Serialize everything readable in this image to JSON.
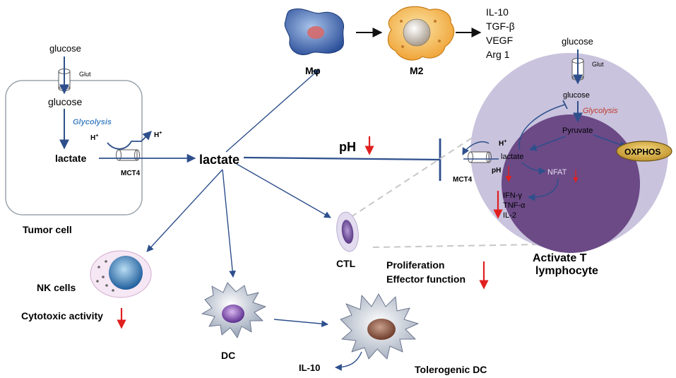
{
  "tumor_cell": {
    "glucose_outside": "glucose",
    "transporter_glut": "Glut",
    "glucose_inside": "glucose",
    "glycolysis": "Glycolysis",
    "proton_inner": "H",
    "proton_outer": "H",
    "proton_charge": "+",
    "lactate": "lactate",
    "transporter_mct4": "MCT4",
    "label": "Tumor cell"
  },
  "center": {
    "lactate": "lactate",
    "ph_label": "pH"
  },
  "macrophage": {
    "label": "Mφ",
    "m2_label": "M2",
    "secreted": [
      "IL-10",
      "TGF-β",
      "VEGF",
      "Arg 1"
    ]
  },
  "t_cell": {
    "glucose_outside": "glucose",
    "transporter_glut": "Glut",
    "glucose_inside": "glucose",
    "glycolysis": "Glycolysis",
    "pyruvate": "Pyruvate",
    "oxphos": "OXPHOS",
    "proton": "H",
    "proton_charge": "+",
    "lactate": "lactate",
    "ph_label": "pH",
    "transporter_mct4": "MCT4",
    "nfat": "NFAT",
    "cytokines": [
      "IFN-γ",
      "TNF-α",
      "IL-2"
    ],
    "label_line1": "Activate T",
    "label_line2": "lymphocyte"
  },
  "ctl": {
    "label": "CTL",
    "effect_line1": "Proliferation",
    "effect_line2": "Effector function"
  },
  "nk": {
    "label": "NK cells",
    "effect": "Cytotoxic activity"
  },
  "dc": {
    "label": "DC",
    "tolerogenic_label": "Tolerogenic  DC",
    "secreted": "IL-10"
  },
  "colors": {
    "arrow_blue": "#2e4f8c",
    "down_red": "#e01f1f",
    "glycolysis_blue": "#4a86c5",
    "glycolysis_red": "#c0392b",
    "t_cell_outer": "#c9c3dd",
    "t_cell_nucleus": "#6b4a86",
    "oxphos_fill": "#d4a93a"
  }
}
